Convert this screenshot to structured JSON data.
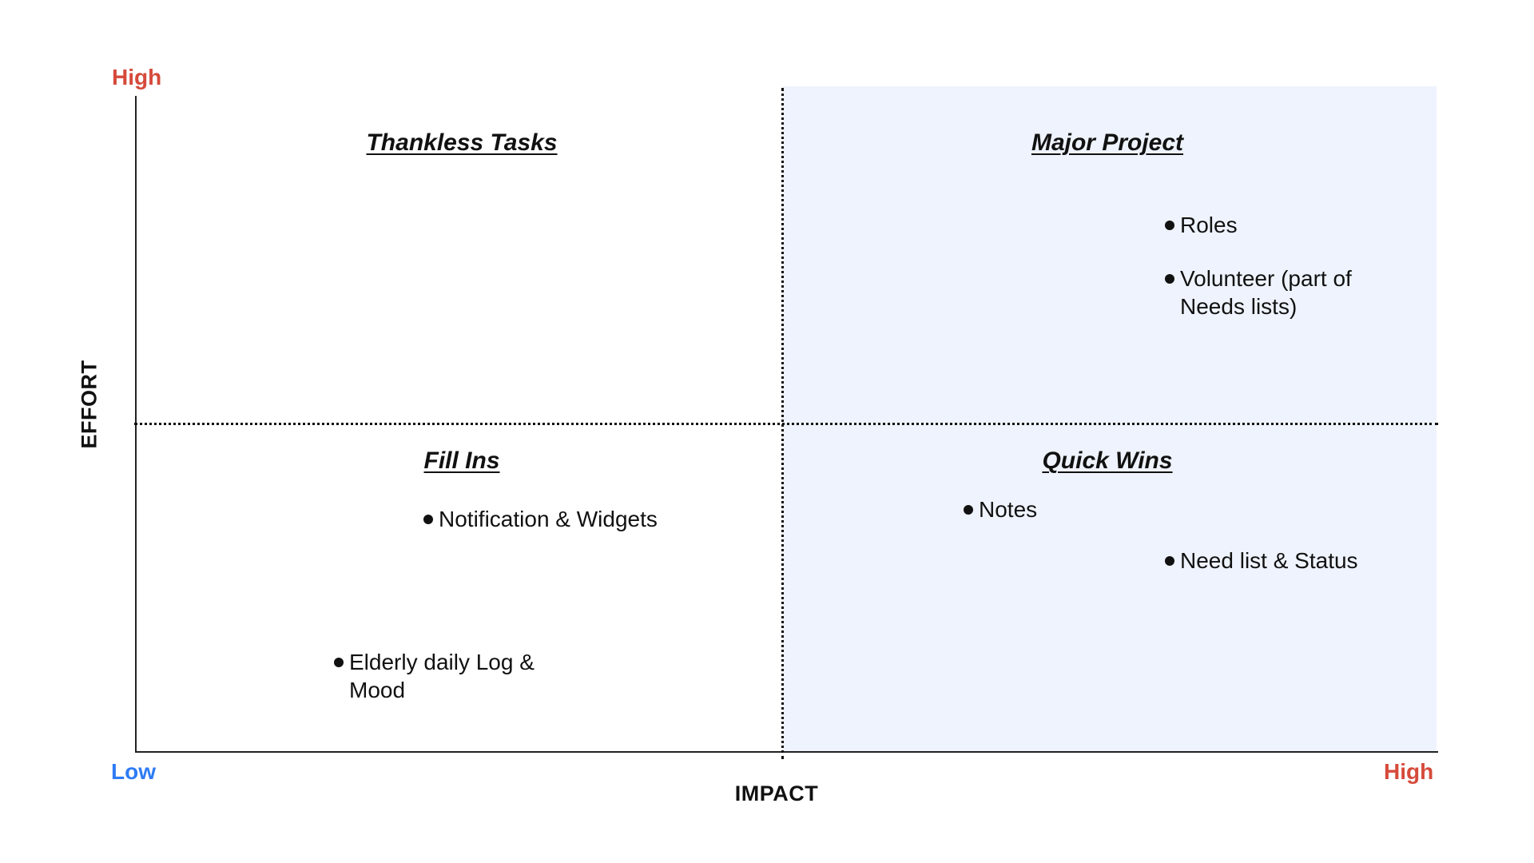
{
  "colors": {
    "high_label": "#d64a3b",
    "low_label": "#2f7bf5",
    "highlight_quadrant": "#eef3fd"
  },
  "axes": {
    "y_title": "EFFORT",
    "y_high": "High",
    "x_title": "IMPACT",
    "x_low": "Low",
    "x_high": "High"
  },
  "quadrants": {
    "top_left": {
      "title": "Thankless Tasks",
      "items": []
    },
    "top_right": {
      "title": "Major Project",
      "items": [
        "Roles",
        "Volunteer (part of Needs lists)"
      ]
    },
    "bottom_left": {
      "title": "Fill Ins",
      "items": [
        "Notification & Widgets",
        "Elderly daily Log & Mood"
      ]
    },
    "bottom_right": {
      "title": "Quick Wins",
      "items": [
        "Notes",
        "Need list & Status"
      ]
    }
  }
}
